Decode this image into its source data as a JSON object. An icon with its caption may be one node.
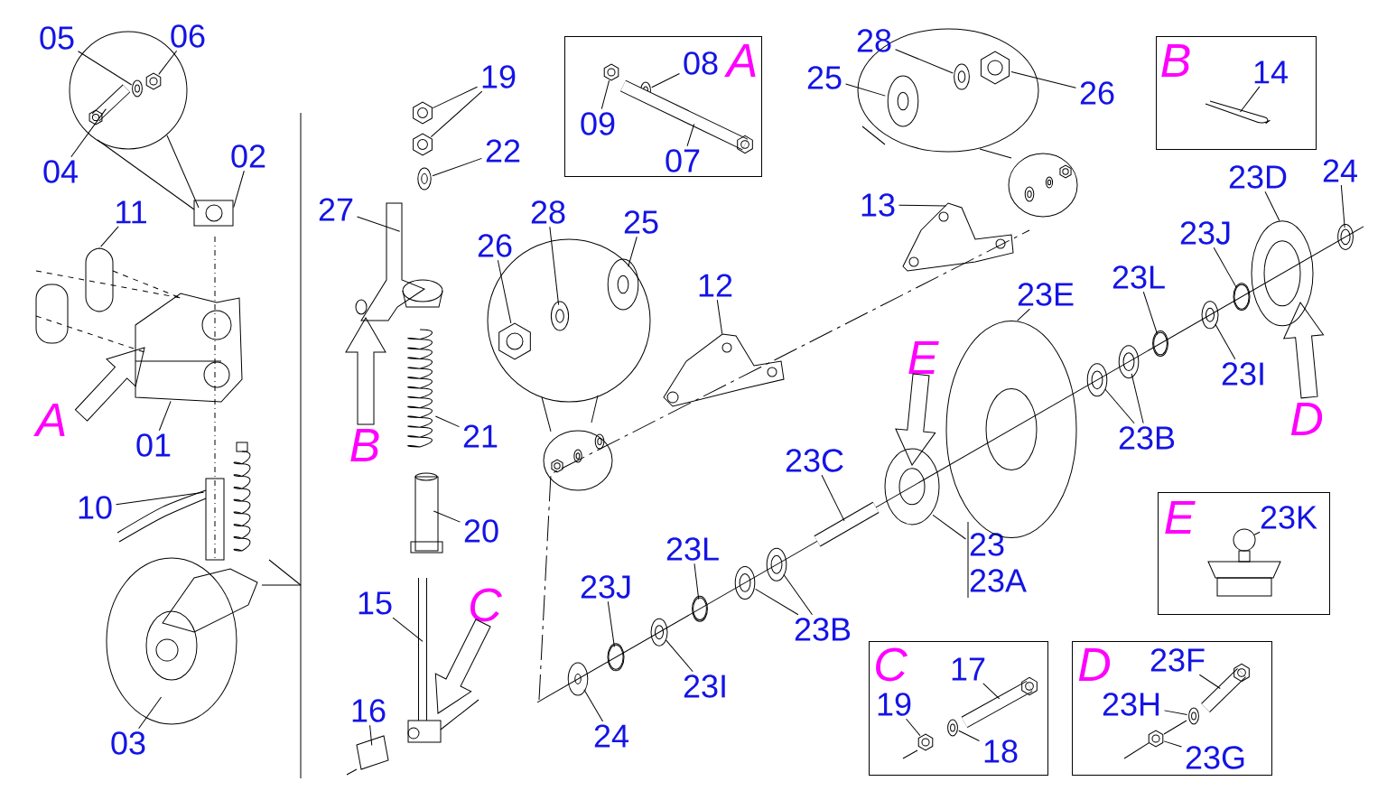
{
  "diagram": {
    "nodes": [
      {
        "text": [
          "A"
        ]
      },
      {
        "text": [
          "08"
        ],
        "in": 0
      },
      {
        "text": [
          "09"
        ],
        "in": 0
      },
      {
        "text": [
          "07"
        ],
        "in": 0
      },
      {
        "text": [
          "B"
        ]
      },
      {
        "text": [
          "14"
        ],
        "in": 4
      },
      {
        "text": [
          "E"
        ]
      },
      {
        "text": [
          "23K"
        ],
        "in": 6
      },
      {
        "text": [
          "C"
        ]
      },
      {
        "text": [
          "17"
        ],
        "in": 8
      },
      {
        "text": [
          "19"
        ],
        "in": 8
      },
      {
        "text": [
          "18"
        ],
        "in": 8
      },
      {
        "text": [
          "D"
        ]
      },
      {
        "text": [
          "23F"
        ],
        "in": 12
      },
      {
        "text": [
          "23H"
        ],
        "in": 12
      },
      {
        "text": [
          "23G"
        ],
        "in": 12
      },
      {
        "text": [
          "05"
        ]
      },
      {
        "text": [
          "06"
        ]
      },
      {
        "text": [
          "04"
        ]
      },
      {
        "text": [
          "02"
        ]
      },
      {
        "text": [
          "11"
        ]
      },
      {
        "text": [
          "01"
        ]
      },
      {
        "text": [
          "10"
        ]
      },
      {
        "text": [
          "03"
        ]
      },
      {
        "text": [
          "19"
        ]
      },
      {
        "text": [
          "22"
        ]
      },
      {
        "text": [
          "27"
        ]
      },
      {
        "text": [
          "21"
        ]
      },
      {
        "text": [
          "20"
        ]
      },
      {
        "text": [
          "15"
        ]
      },
      {
        "text": [
          "16"
        ]
      },
      {
        "text": [
          "26"
        ]
      },
      {
        "text": [
          "28"
        ]
      },
      {
        "text": [
          "25"
        ]
      },
      {
        "text": [
          "12"
        ]
      },
      {
        "text": [
          "13"
        ]
      },
      {
        "text": [
          "25"
        ]
      },
      {
        "text": [
          "28"
        ]
      },
      {
        "text": [
          "26"
        ]
      },
      {
        "text": [
          "24"
        ]
      },
      {
        "text": [
          "23D"
        ]
      },
      {
        "text": [
          "23J"
        ]
      },
      {
        "text": [
          "23L"
        ]
      },
      {
        "text": [
          "23E"
        ]
      },
      {
        "text": [
          "23I"
        ]
      },
      {
        "text": [
          "23B"
        ]
      },
      {
        "text": [
          "23C"
        ]
      },
      {
        "text": [
          "23",
          "23A"
        ]
      },
      {
        "text": [
          "23L"
        ]
      },
      {
        "text": [
          "23J"
        ]
      },
      {
        "text": [
          "23B"
        ]
      },
      {
        "text": [
          "23I"
        ]
      },
      {
        "text": [
          "24"
        ]
      },
      {
        "text": [],
        "shape": "washer",
        "in": 0
      },
      {
        "text": [],
        "shape": "nut",
        "in": 0
      },
      {
        "text": [],
        "shape": "bolt",
        "in": 0
      },
      {
        "text": [],
        "shape": "pin",
        "in": 4
      },
      {
        "text": [],
        "shape": "nipple",
        "in": 6
      },
      {
        "text": [],
        "shape": "bolt",
        "in": 8
      },
      {
        "text": [],
        "shape": "nut",
        "in": 8
      },
      {
        "text": [],
        "shape": "washer",
        "in": 8
      },
      {
        "text": [],
        "shape": "bolt",
        "in": 12
      },
      {
        "text": [],
        "shape": "washer",
        "in": 12
      },
      {
        "text": [],
        "shape": "nut",
        "in": 12
      },
      {
        "text": [],
        "shape": "washer"
      },
      {
        "text": [],
        "shape": "nut"
      },
      {
        "text": [],
        "shape": "bolt"
      },
      {
        "text": [],
        "shape": "clamp"
      },
      {
        "text": [],
        "shape": "plate"
      },
      {
        "text": [],
        "shape": "bracket"
      },
      {
        "text": [],
        "shape": "pin"
      },
      {
        "text": [],
        "shape": "disc"
      },
      {
        "text": [],
        "shape": "nut"
      },
      {
        "text": [],
        "shape": "nut"
      },
      {
        "text": [],
        "shape": "washer"
      },
      {
        "text": [],
        "shape": "arm"
      },
      {
        "text": [],
        "shape": "spring"
      },
      {
        "text": [],
        "shape": "tube"
      },
      {
        "text": [],
        "shape": "rod"
      },
      {
        "text": [],
        "shape": "sleeve"
      },
      {
        "text": [],
        "shape": "nut"
      },
      {
        "text": [],
        "shape": "washer"
      },
      {
        "text": [],
        "shape": "washer"
      },
      {
        "text": [],
        "shape": "bracket"
      },
      {
        "text": [],
        "shape": "bracket"
      },
      {
        "text": [],
        "shape": "washer"
      },
      {
        "text": [],
        "shape": "washer"
      },
      {
        "text": [],
        "shape": "nut"
      },
      {
        "text": [],
        "shape": "washer"
      },
      {
        "text": [],
        "shape": "flange"
      },
      {
        "text": [],
        "shape": "ring"
      },
      {
        "text": [],
        "shape": "ring"
      },
      {
        "text": [],
        "shape": "disc"
      },
      {
        "text": [],
        "shape": "seal"
      },
      {
        "text": [],
        "shape": "bearing"
      },
      {
        "text": [],
        "shape": "bearing"
      },
      {
        "text": [],
        "shape": "shaft"
      },
      {
        "text": [],
        "shape": "hub"
      },
      {
        "text": [],
        "shape": "ring"
      },
      {
        "text": [],
        "shape": "ring"
      },
      {
        "text": [],
        "shape": "bearing"
      },
      {
        "text": [],
        "shape": "bearing"
      },
      {
        "text": [],
        "shape": "seal"
      },
      {
        "text": [],
        "shape": "washer"
      },
      {
        "text": [
          "A"
        ]
      },
      {
        "text": [
          "B"
        ]
      },
      {
        "text": [
          "E"
        ]
      },
      {
        "text": [
          "D"
        ]
      },
      {
        "text": [
          "C"
        ]
      }
    ],
    "edges": [
      {
        "from": 1,
        "to": 53,
        "arrow": "none"
      },
      {
        "from": 2,
        "to": 54,
        "arrow": "none"
      },
      {
        "from": 3,
        "to": 55,
        "arrow": "none"
      },
      {
        "from": 5,
        "to": 56,
        "arrow": "none"
      },
      {
        "from": 7,
        "to": 57,
        "arrow": "none"
      },
      {
        "from": 9,
        "to": 58,
        "arrow": "none"
      },
      {
        "from": 10,
        "to": 59,
        "arrow": "none"
      },
      {
        "from": 11,
        "to": 60,
        "arrow": "none"
      },
      {
        "from": 13,
        "to": 61,
        "arrow": "none"
      },
      {
        "from": 14,
        "to": 62,
        "arrow": "none"
      },
      {
        "from": 15,
        "to": 63,
        "arrow": "none"
      },
      {
        "from": 16,
        "to": 64,
        "arrow": "none"
      },
      {
        "from": 17,
        "to": 65,
        "arrow": "none"
      },
      {
        "from": 18,
        "to": 66,
        "arrow": "none"
      },
      {
        "from": 19,
        "to": 67,
        "arrow": "none"
      },
      {
        "from": 20,
        "to": 68,
        "arrow": "none"
      },
      {
        "from": 21,
        "to": 69,
        "arrow": "none"
      },
      {
        "from": 22,
        "to": 70,
        "arrow": "none"
      },
      {
        "from": 23,
        "to": 71,
        "arrow": "none"
      },
      {
        "from": 24,
        "to": 72,
        "arrow": "none"
      },
      {
        "from": 24,
        "to": 73,
        "arrow": "none"
      },
      {
        "from": 25,
        "to": 74,
        "arrow": "none"
      },
      {
        "from": 26,
        "to": 75,
        "arrow": "none"
      },
      {
        "from": 27,
        "to": 76,
        "arrow": "none"
      },
      {
        "from": 28,
        "to": 77,
        "arrow": "none"
      },
      {
        "from": 29,
        "to": 78,
        "arrow": "none"
      },
      {
        "from": 30,
        "to": 79,
        "arrow": "none"
      },
      {
        "from": 31,
        "to": 80,
        "arrow": "none"
      },
      {
        "from": 32,
        "to": 81,
        "arrow": "none"
      },
      {
        "from": 33,
        "to": 82,
        "arrow": "none"
      },
      {
        "from": 34,
        "to": 83,
        "arrow": "none"
      },
      {
        "from": 35,
        "to": 84,
        "arrow": "none"
      },
      {
        "from": 36,
        "to": 85,
        "arrow": "none"
      },
      {
        "from": 37,
        "to": 86,
        "arrow": "none"
      },
      {
        "from": 38,
        "to": 87,
        "arrow": "none"
      },
      {
        "from": 39,
        "to": 88,
        "arrow": "none"
      },
      {
        "from": 40,
        "to": 89,
        "arrow": "none"
      },
      {
        "from": 41,
        "to": 90,
        "arrow": "none"
      },
      {
        "from": 42,
        "to": 91,
        "arrow": "none"
      },
      {
        "from": 43,
        "to": 92,
        "arrow": "none"
      },
      {
        "from": 44,
        "to": 93,
        "arrow": "none"
      },
      {
        "from": 45,
        "to": 94,
        "arrow": "none"
      },
      {
        "from": 45,
        "to": 95,
        "arrow": "none"
      },
      {
        "from": 46,
        "to": 96,
        "arrow": "none"
      },
      {
        "from": 47,
        "to": 97,
        "arrow": "none"
      },
      {
        "from": 48,
        "to": 98,
        "arrow": "none"
      },
      {
        "from": 49,
        "to": 99,
        "arrow": "none"
      },
      {
        "from": 50,
        "to": 100,
        "arrow": "none"
      },
      {
        "from": 50,
        "to": 101,
        "arrow": "none"
      },
      {
        "from": 51,
        "to": 102,
        "arrow": "none"
      },
      {
        "from": 52,
        "to": 103,
        "arrow": "none"
      },
      {
        "from": 104,
        "to": 69,
        "arrow": "to"
      },
      {
        "from": 105,
        "to": 75,
        "arrow": "to"
      },
      {
        "from": 106,
        "to": 97,
        "arrow": "to"
      },
      {
        "from": 107,
        "to": 89,
        "arrow": "to"
      },
      {
        "from": 108,
        "to": 78,
        "arrow": "to"
      }
    ]
  }
}
